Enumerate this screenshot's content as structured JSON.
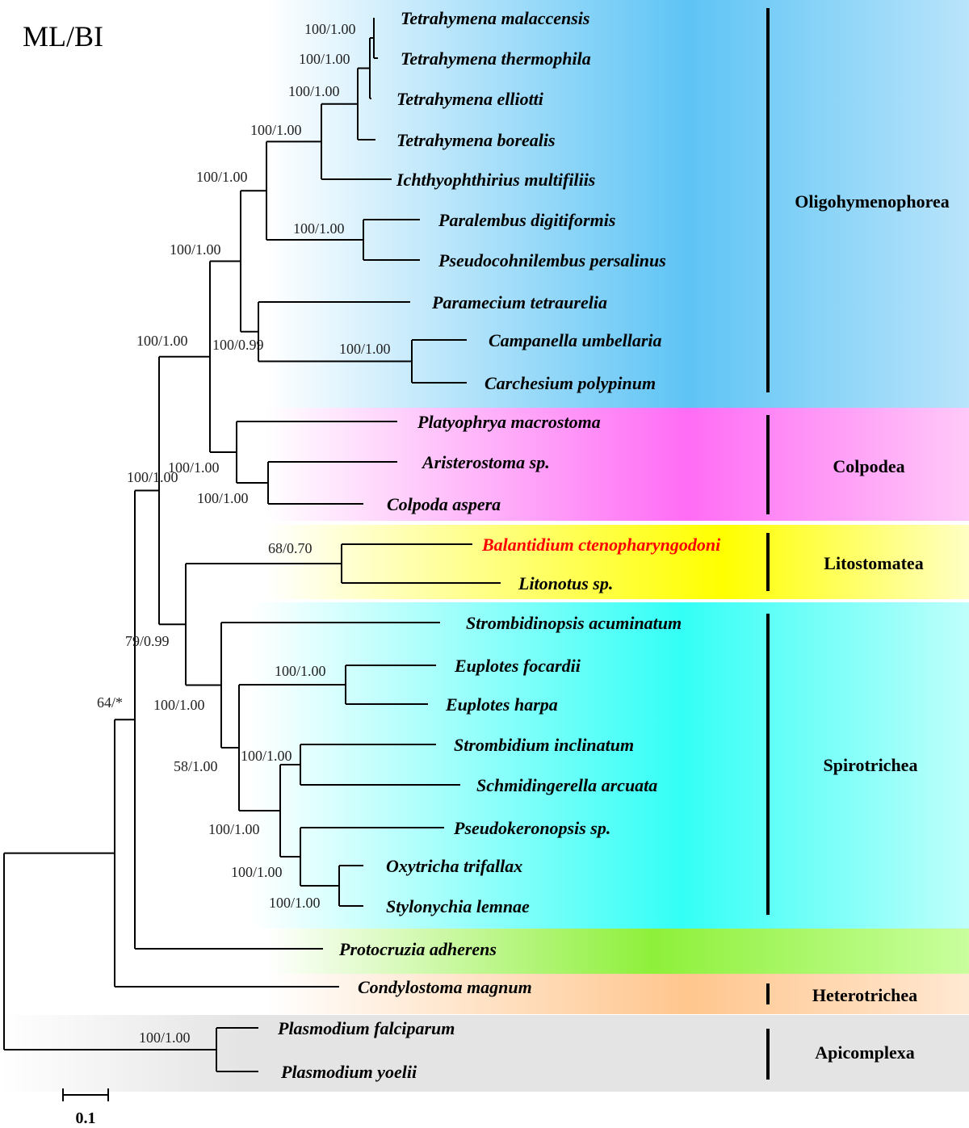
{
  "title": "ML/BI",
  "scale_label": "0.1",
  "colors": {
    "oligohymenophorea": "#5ec4f5",
    "colpodea": "#ff6cf5",
    "litostomatea": "#ffff00",
    "spirotrichea": "#33fff6",
    "protocruzia": "#8ef03a",
    "heterotrichea": "#ffc68e",
    "apicomplexa": "#e4e4e4",
    "highlight_text": "#ff0000"
  },
  "taxa": [
    {
      "name": "Tetrahymena malaccensis"
    },
    {
      "name": "Tetrahymena thermophila"
    },
    {
      "name": "Tetrahymena elliotti"
    },
    {
      "name": "Tetrahymena borealis"
    },
    {
      "name": "Ichthyophthirius multifiliis"
    },
    {
      "name": "Paralembus digitiformis"
    },
    {
      "name": "Pseudocohnilembus persalinus"
    },
    {
      "name": "Paramecium tetraurelia"
    },
    {
      "name": "Campanella umbellaria"
    },
    {
      "name": "Carchesium polypinum"
    },
    {
      "name": "Platyophrya macrostoma"
    },
    {
      "name": "Aristerostoma sp."
    },
    {
      "name": "Colpoda aspera"
    },
    {
      "name": "Balantidium ctenopharyngodoni",
      "highlight": true
    },
    {
      "name": "Litonotus sp."
    },
    {
      "name": "Strombidinopsis acuminatum"
    },
    {
      "name": "Euplotes focardii"
    },
    {
      "name": "Euplotes harpa"
    },
    {
      "name": "Strombidium inclinatum"
    },
    {
      "name": "Schmidingerella arcuata"
    },
    {
      "name": "Pseudokeronopsis sp."
    },
    {
      "name": "Oxytricha trifallax"
    },
    {
      "name": "Stylonychia lemnae"
    },
    {
      "name": "Protocruzia adherens"
    },
    {
      "name": "Condylostoma magnum"
    },
    {
      "name": "Plasmodium falciparum"
    },
    {
      "name": "Plasmodium yoelii"
    }
  ],
  "supports": [
    "100/1.00",
    "100/1.00",
    "100/1.00",
    "100/1.00",
    "100/1.00",
    "100/1.00",
    "100/1.00",
    "100/0.99",
    "100/1.00",
    "100/1.00",
    "100/1.00",
    "100/1.00",
    "68/0.70",
    "100/1.00",
    "79/0.99",
    "100/1.00",
    "100/1.00",
    "58/1.00",
    "100/1.00",
    "100/1.00",
    "100/1.00",
    "100/1.00",
    "64/*",
    "100/1.00"
  ],
  "groups": [
    {
      "name": "Oligohymenophorea"
    },
    {
      "name": "Colpodea"
    },
    {
      "name": "Litostomatea"
    },
    {
      "name": "Spirotrichea"
    },
    {
      "name": "Heterotrichea"
    },
    {
      "name": "Apicomplexa"
    }
  ]
}
